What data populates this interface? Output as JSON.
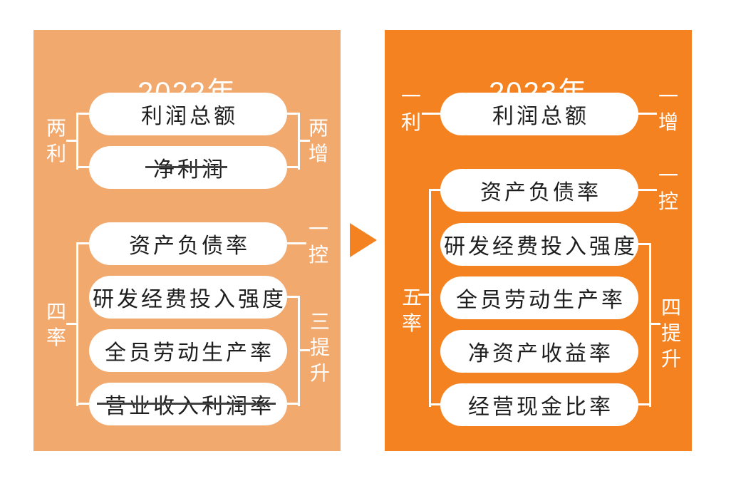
{
  "colors": {
    "page_background": "#ffffff",
    "left_panel_background": "#F2A96E",
    "right_panel_background": "#F58220",
    "pill_background": "#ffffff",
    "pill_text": "#1e1e1e",
    "strikethrough": "#404040",
    "bracket_lines_and_labels": "#ffffff",
    "arrow": "#F58220"
  },
  "arrow": {
    "icon": "right-triangle"
  },
  "left_panel": {
    "title": "2022年",
    "profit_group": {
      "bracket_left_label": "两利",
      "bracket_right_label": "两增",
      "items": [
        {
          "text": "利润总额",
          "struck": false
        },
        {
          "text": "净利润",
          "struck": true
        }
      ]
    },
    "ratio_group": {
      "bracket_left_label": "四率",
      "right_label_control": "一控",
      "bracket_right_label": "三提升",
      "items": [
        {
          "text": "资产负债率",
          "struck": false
        },
        {
          "text": "研发经费投入强度",
          "struck": false
        },
        {
          "text": "全员劳动生产率",
          "struck": false
        },
        {
          "text": "营业收入利润率",
          "struck": true
        }
      ]
    }
  },
  "right_panel": {
    "title": "2023年",
    "profit_group": {
      "bracket_left_label": "一利",
      "bracket_right_label": "一增",
      "items": [
        {
          "text": "利润总额",
          "struck": false
        }
      ]
    },
    "ratio_group": {
      "bracket_left_label": "五率",
      "right_label_control": "一控",
      "bracket_right_label": "四提升",
      "items": [
        {
          "text": "资产负债率",
          "struck": false
        },
        {
          "text": "研发经费投入强度",
          "struck": false
        },
        {
          "text": "全员劳动生产率",
          "struck": false
        },
        {
          "text": "净资产收益率",
          "struck": false
        },
        {
          "text": "经营现金比率",
          "struck": false
        }
      ]
    }
  }
}
